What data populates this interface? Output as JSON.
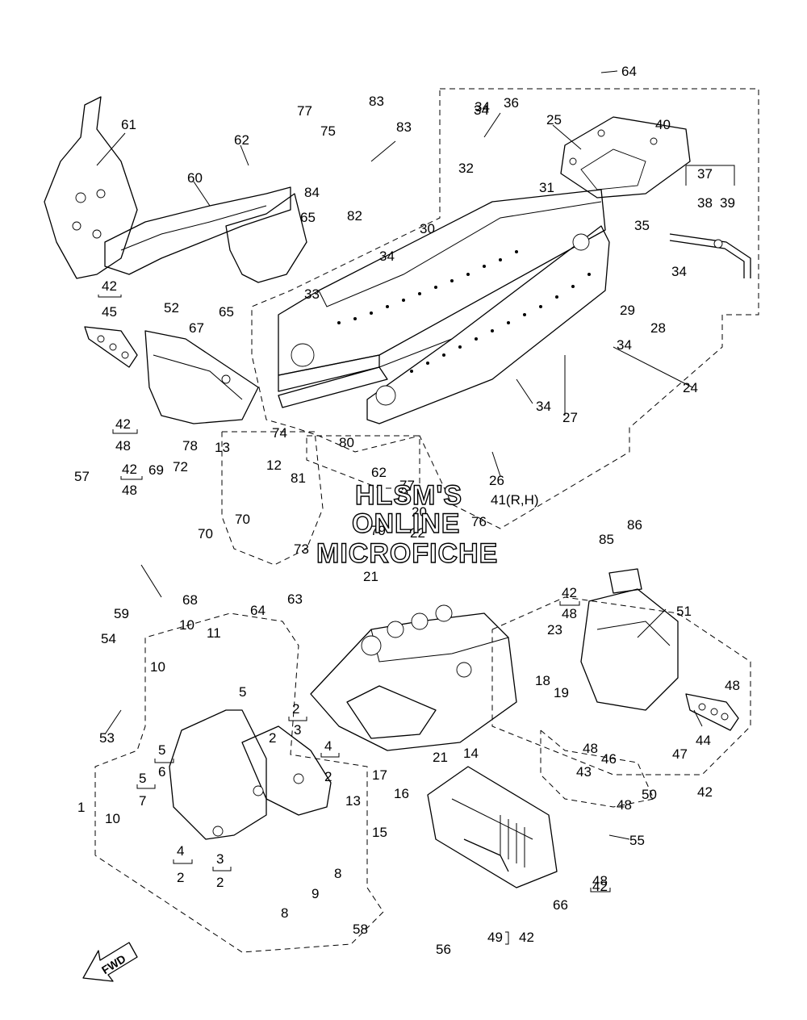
{
  "watermark": {
    "line1": "HLSM'S",
    "line2": "ONLINE",
    "line3": "MICROFICHE"
  },
  "fwd_label": "FWD",
  "callouts": [
    "1",
    "2",
    "2",
    "2",
    "2",
    "2",
    "3",
    "3",
    "4",
    "4",
    "5",
    "5",
    "5",
    "6",
    "7",
    "8",
    "8",
    "9",
    "10",
    "10",
    "10",
    "11",
    "12",
    "13",
    "13",
    "14",
    "15",
    "16",
    "17",
    "18",
    "19",
    "20",
    "21",
    "21",
    "22",
    "23",
    "24",
    "25",
    "26",
    "27",
    "28",
    "29",
    "30",
    "31",
    "32",
    "33",
    "34",
    "34",
    "34",
    "34",
    "34",
    "34",
    "35",
    "36",
    "37",
    "38",
    "39",
    "40",
    "41(R,H)",
    "42",
    "42",
    "42",
    "42",
    "42",
    "42",
    "42",
    "43",
    "44",
    "45",
    "46",
    "47",
    "48",
    "48",
    "48",
    "48",
    "48",
    "48",
    "48",
    "49",
    "50",
    "51",
    "52",
    "53",
    "54",
    "55",
    "56",
    "57",
    "58",
    "59",
    "60",
    "61",
    "62",
    "62",
    "63",
    "64",
    "64",
    "65",
    "65",
    "66",
    "67",
    "68",
    "69",
    "70",
    "70",
    "71",
    "72",
    "73",
    "74",
    "75",
    "76",
    "77",
    "77",
    "78",
    "79",
    "80",
    "81",
    "82",
    "83",
    "83",
    "84",
    "85",
    "86"
  ]
}
